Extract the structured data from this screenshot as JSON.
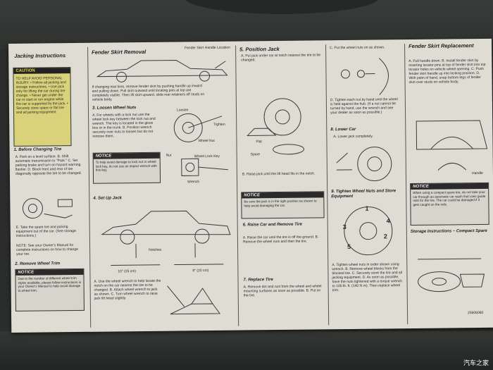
{
  "sheet": {
    "jacking": {
      "title": "Jacking Instructions",
      "caution_label": "CAUTION",
      "caution_text": "TO HELP AVOID PERSONAL INJURY: • Follow all jacking and storage instructions. • Use jack only for lifting the car during tire change. • Never get under the car or start or run engine while the car is supported by the jack. • Securely store spare or flat tire and all jacking equipment.",
      "step1_title": "1. Before Changing Tire",
      "step1_text": "A. Park on a level surface. B. Shift automatic transmission to \"Park.\" C. Set parking brake and turn on hazard warning flasher. D. Block front and rear of tire diagonally opposite the tire to be changed.",
      "step1e": "E. Take the spare tire and jacking equipment out of the car. (See storage instructions.)",
      "note": "NOTE: See your Owner's Manual for complete instructions on how to change your tire.",
      "step2_title": "2. Remove Wheel Trim",
      "notice_label": "NOTICE",
      "notice_text": "Due to the number of different wheel trim styles available, please follow instructions in your Owner's Manual to help avoid damage to wheel trim."
    },
    "skirt_removal": {
      "title": "Fender Skirt Removal",
      "location_label": "Fender Skirt Handle Location",
      "text": "If changing rear tires, remove fender skirt by pushing handle up inward and pulling down. Pull skirt outward until locating pins at top are completely visible. Then lift skirt upward, slide rear retainers off studs on vehicle body."
    },
    "step3": {
      "title": "3. Loosen Wheel Nuts",
      "text": "A. For wheels with a lock nut use the wheel lock key between the lock nut and wrench. The key is located in the glove box or in the trunk. B. Position wrench securely over nuts to loosen but do not remove them.",
      "loosen": "Loosen",
      "tighten": "Tighten",
      "wheel_nut": "Wheel Nut",
      "nut": "Nut",
      "wheel_lock_key": "Wheel Lock Key",
      "wrench": "Wrench",
      "notice_label": "NOTICE",
      "notice_text": "To help avoid damage to lock nut or wheel lock key, do not use an impact wrench with this key."
    },
    "step4": {
      "title": "4. Set Up Jack",
      "notches": "Notches",
      "dim1": "10\" (25 cm)",
      "dim2": "8\" (20 cm)",
      "text": "A. Use the wheel wrench to help locate the notch on the car nearest the tire to be changed. B. Attach wheel wrench to jack as shown. C. Turn wheel wrench to raise jack lift head slightly."
    },
    "step5": {
      "title": "5. Position Jack",
      "text": "A. Put jack under car at notch nearest the tire to be changed.",
      "flat": "Flat",
      "spare": "Spare",
      "raise_text": "B. Raise jack until the lift head fits in the notch.",
      "notice_label": "NOTICE",
      "notice_text": "Be sure the jack is in the right position as shown to help avoid damaging the car."
    },
    "step6": {
      "title": "6. Raise Car and Remove Tire",
      "text": "A. Raise the car until the tire is off the ground. B. Remove the wheel nuts and then the tire."
    },
    "step7": {
      "title": "7. Replace Tire",
      "text": "A. Remove dirt and rust from the wheel and wheel mounting surfaces as soon as possible. B. Put on the tire."
    },
    "col4": {
      "c_text": "C. Put the wheel nuts on as shown.",
      "d_text": "D. Tighten each nut by hand until the wheel is held against the hub. (If a nut cannot be turned by hand, use the wrench and see your dealer as soon as possible.)",
      "step8_title": "8. Lower Car",
      "step8_text": "A. Lower jack completely.",
      "step9_title": "9. Tighten Wheel Nuts and Store Equipment",
      "lug_labels": [
        "1",
        "2",
        "3",
        "4",
        "5"
      ],
      "step9_text": "A. Tighten wheel nuts in order shown using wrench. B. Remove wheel blocks from the blocked tire. C. Securely store the tire and all jacking equipment. D. As soon as possible, have the nuts tightened with a torque wrench to 100 lb. ft. (140 N·m). Then replace wheel trim."
    },
    "col5": {
      "title": "Fender Skirt Replacement",
      "text": "A. Pull handle down. B. Install fender skirt by inserting locator pins at top of fender skirt into top locator holes on vehicle wheel opening. C. Push fender skirt handle up into locking position. D. With palm of hand, snap bottom legs of fender skirt over studs on vehicle body.",
      "handle": "Handle",
      "notice_label": "NOTICE",
      "notice_text": "When using a compact spare tire, do not take your car through an automatic car wash that uses guide rails for the tire. The car could be damaged if it gets caught on the rails.",
      "storage_title": "Storage Instructions – Compact Spare",
      "part_number": "25606060"
    }
  },
  "watermark": "汽车之家"
}
